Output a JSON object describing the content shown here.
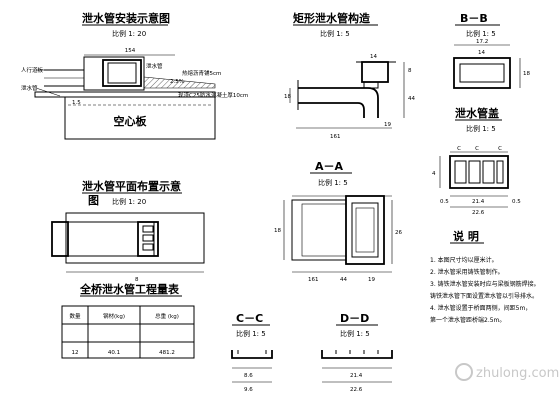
{
  "views": {
    "install": {
      "title": "泄水管安装示意图",
      "scale": "比例 1: 20",
      "labels": {
        "kerb": "人行道板",
        "pipe": "泄水管",
        "drain_pipe": "泄水管",
        "layer": "热熔沥青铺5cm",
        "concrete": "现浇C25防水混凝土厚10cm",
        "slab": "空心板",
        "slope": "2.5%"
      }
    },
    "rect": {
      "title": "矩形泄水管构造",
      "scale": "比例 1: 5"
    },
    "bb": {
      "title": "B－B",
      "scale": "比例 1: 5"
    },
    "grate": {
      "title": "泄水管盖",
      "scale": "比例 1: 5"
    },
    "plan": {
      "title": "泄水管平面布置示意",
      "subtitle": "图",
      "scale": "比例 1: 20"
    },
    "aa": {
      "title": "A－A",
      "scale": "比例 1: 5"
    },
    "cc": {
      "title": "C－C",
      "scale": "比例 1: 5"
    },
    "dd": {
      "title": "D－D",
      "scale": "比例 1: 5"
    }
  },
  "table": {
    "title": "全桥泄水管工程量表",
    "headers": [
      "数量",
      "钢材(kg)",
      "总重 (kg)"
    ],
    "row": [
      "12",
      "40.1",
      "481.2"
    ]
  },
  "notes": {
    "title": "说 明",
    "lines": [
      "1. 本图尺寸均以厘米计。",
      "2. 泄水管采用铸铁管制作。",
      "3. 铸铁泄水管安装时应与梁板钢筋焊接。",
      "铸铁泄水管下面设置泄水管以引导排水。",
      "4. 泄水管设置于桥面两侧，间距5m，",
      "第一个泄水管距桥端2.5m。"
    ]
  },
  "dims": {
    "install_top": "154",
    "install_left": "1.5",
    "rect_bottom": "161",
    "rect_h1": "18",
    "rect_h2": "8",
    "rect_h3": "44",
    "rect_w": "14",
    "rect_right": "19",
    "bb_w": "17.2",
    "bb_w2": "14",
    "bb_h": "18",
    "grate_a": "0.5",
    "grate_b": "21.4",
    "grate_c": "22.6",
    "grate_d": "0.5",
    "grate_h": "4",
    "aa_w1": "161",
    "aa_w2": "44",
    "aa_w3": "19",
    "aa_h": "18",
    "aa_h2": "26",
    "cc_a": "8.6",
    "cc_b": "9.6",
    "dd_a": "21.4",
    "dd_b": "22.6",
    "plan_w": "8"
  },
  "watermark": "zhulong.com"
}
